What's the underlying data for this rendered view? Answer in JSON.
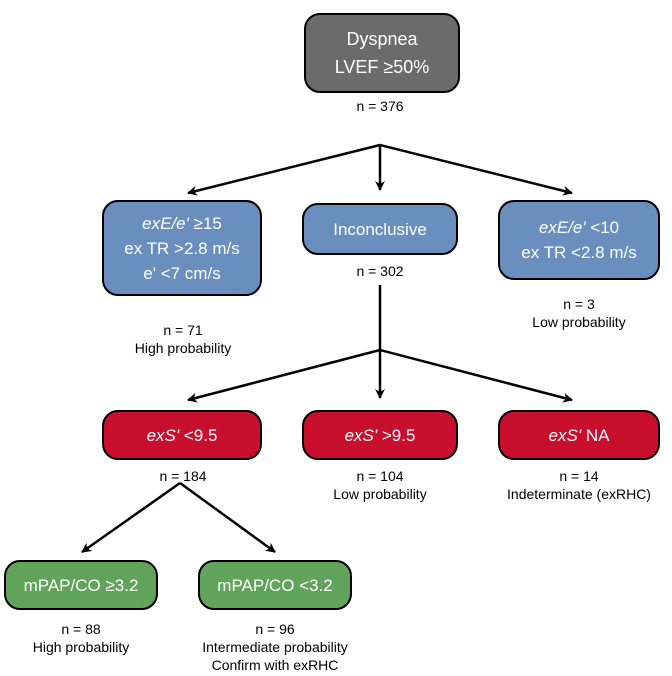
{
  "root": {
    "line1": "Dyspnea",
    "line2": "LVEF ≥50%",
    "n": "n = 376"
  },
  "level1": {
    "left": {
      "line1_italic": "exE/e'",
      "line1_rest": " ≥15",
      "line2": "ex TR >2.8 m/s",
      "line3": "e' <7 cm/s",
      "n": "n = 71",
      "note": "High probability"
    },
    "middle": {
      "label": "Inconclusive",
      "n": "n = 302"
    },
    "right": {
      "line1_italic": "exE/e'",
      "line1_rest": " <10",
      "line2": "ex TR <2.8 m/s",
      "n": "n = 3",
      "note": "Low probability"
    }
  },
  "level2": {
    "left": {
      "label_italic": "exS'",
      "label_rest": " <9.5",
      "n": "n = 184"
    },
    "middle": {
      "label_italic": "exS'",
      "label_rest": " >9.5",
      "n": "n = 104",
      "note": "Low probability"
    },
    "right": {
      "label_italic": "exS'",
      "label_rest": " NA",
      "n": "n = 14",
      "note": "Indeterminate (exRHC)"
    }
  },
  "level3": {
    "left": {
      "label": "mPAP/CO ≥3.2",
      "n": "n = 88",
      "note": "High probability"
    },
    "right": {
      "label": "mPAP/CO <3.2",
      "n": "n = 96",
      "note": "Intermediate probability",
      "note2": "Confirm with exRHC"
    }
  },
  "colors": {
    "root": "#6b6b6b",
    "level1": "#6a8fbf",
    "level2": "#c8102e",
    "level3": "#61a35a",
    "edge": "#000000"
  }
}
